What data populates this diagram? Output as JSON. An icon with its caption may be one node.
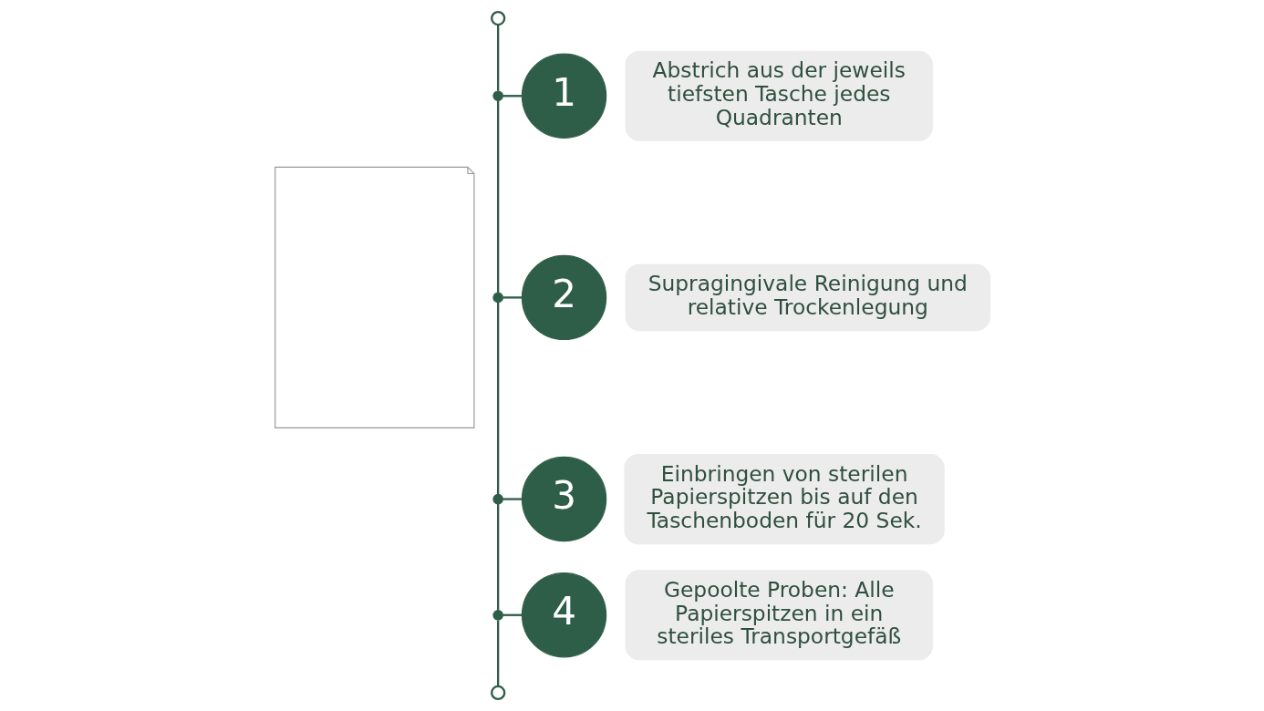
{
  "diagram": {
    "nodes": [
      {
        "text": [],
        "shape": "picture"
      },
      {
        "text": [],
        "shape": "circle"
      },
      {
        "text": [],
        "shape": "circle"
      },
      {
        "text": [],
        "shape": "circle"
      },
      {
        "text": [],
        "shape": "circle"
      },
      {
        "text": [],
        "shape": "circle"
      },
      {
        "text": [],
        "shape": "circle"
      },
      {
        "text": [
          "1"
        ]
      },
      {
        "text": [
          "Abstrich aus der jeweils tiefsten Tasche jedes Quadranten"
        ]
      },
      {
        "text": [
          "2"
        ]
      },
      {
        "text": [
          "Supragingivale Reinigung und relative Trockenlegung"
        ]
      },
      {
        "text": [
          "3"
        ]
      },
      {
        "text": [
          "Einbringen von sterilen Papierspitzen bis auf den Taschenboden für 20 Sek."
        ]
      },
      {
        "text": [
          "4"
        ]
      },
      {
        "text": [
          "Gepoolte Proben: Alle Papierspitzen in ein steriles Transportgefäß"
        ]
      }
    ],
    "edges": [
      {
        "from": 1,
        "to": 2,
        "arrow": "none"
      },
      {
        "from": 2,
        "to": 3,
        "arrow": "none"
      },
      {
        "from": 3,
        "to": 4,
        "arrow": "none"
      },
      {
        "from": 4,
        "to": 5,
        "arrow": "none"
      },
      {
        "from": 5,
        "to": 6,
        "arrow": "none"
      },
      {
        "from": 2,
        "to": 7,
        "arrow": "none"
      },
      {
        "from": 3,
        "to": 9,
        "arrow": "none"
      },
      {
        "from": 4,
        "to": 11,
        "arrow": "none"
      },
      {
        "from": 5,
        "to": 13,
        "arrow": "none"
      }
    ]
  }
}
